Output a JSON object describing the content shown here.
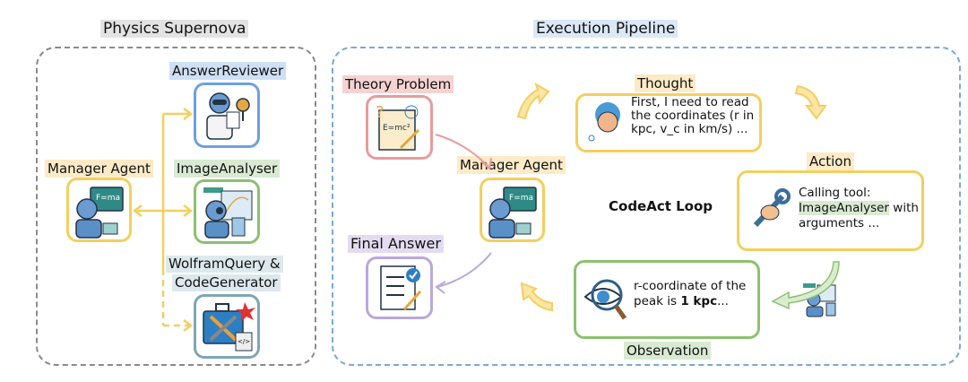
{
  "left_panel": {
    "title": "Physics Supernova",
    "manager_label": "Manager Agent",
    "tools": [
      {
        "label": "AnswerReviewer"
      },
      {
        "label": "ImageAnalyser"
      },
      {
        "label_line1": "WolframQuery &",
        "label_line2": "CodeGenerator"
      }
    ],
    "manager_board_text": "F=ma",
    "coding_badge": "</>"
  },
  "right_panel": {
    "title": "Execution Pipeline",
    "theory_problem": "Theory Problem",
    "manager_label": "Manager Agent",
    "final_answer": "Final Answer",
    "loop_label": "CodeAct Loop",
    "thought": {
      "label": "Thought",
      "text": "First, I need to read the coordinates (r in kpc, v_c in km/s) ..."
    },
    "action": {
      "label": "Action",
      "text_prefix": "Calling tool:",
      "tool": "ImageAnalyser",
      "text_suffix": "with arguments ..."
    },
    "observation": {
      "label": "Observation",
      "text_prefix": "r-coordinate of the peak is",
      "value": "1 kpc",
      "text_suffix": "..."
    }
  },
  "colors": {
    "yellow": "#f3cf5e",
    "blue": "#6e9fe3",
    "green": "#8cc070",
    "teal": "#7fa6b5",
    "pink": "#e79c9c",
    "purple": "#b9a8dc"
  }
}
